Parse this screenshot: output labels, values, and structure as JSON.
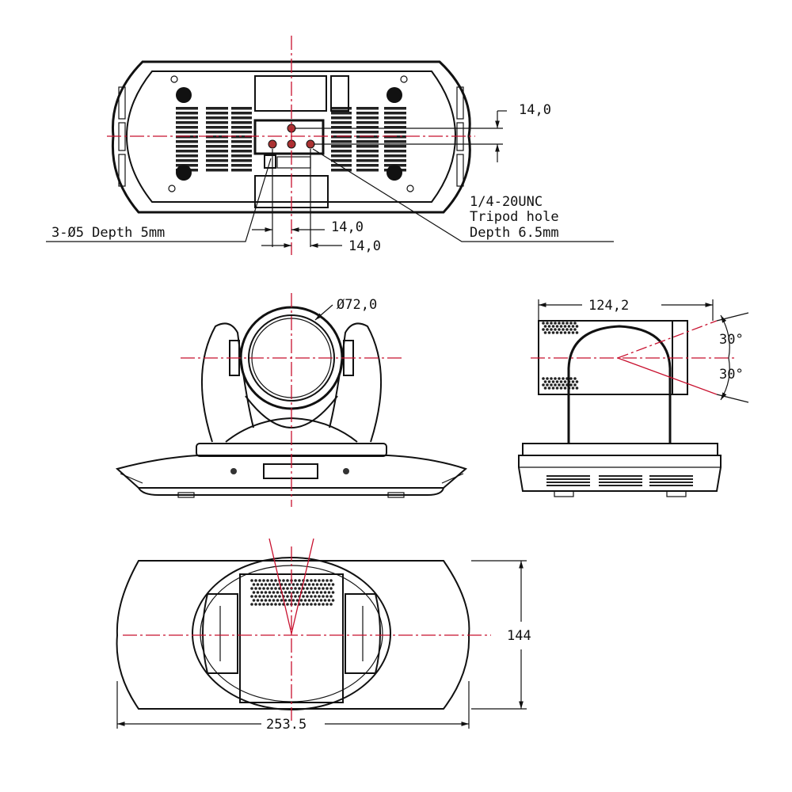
{
  "colors": {
    "line": "#111111",
    "centerline": "#c8102e"
  },
  "bottom_view": {
    "dim_right": "14,0",
    "dim_bottom_1": "14,0",
    "dim_bottom_2": "14,0",
    "holes_note": "3-Ø5 Depth 5mm",
    "tripod_note": [
      "1/4-20UNC",
      "Tripod hole",
      "Depth 6.5mm"
    ]
  },
  "front_view": {
    "lens_diameter": "Ø72,0"
  },
  "side_view": {
    "depth": "124,2",
    "tilt_up": "30°",
    "tilt_down": "30°"
  },
  "top_view": {
    "height": "144",
    "width": "253.5"
  }
}
